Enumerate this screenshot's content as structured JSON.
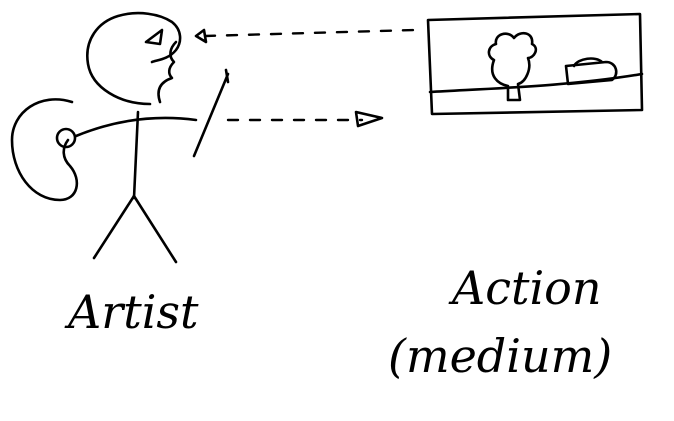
{
  "labels": {
    "artist": "Artist",
    "action": "Action",
    "medium": "(medium)"
  },
  "colors": {
    "ink": "#000000",
    "paper": "#ffffff"
  }
}
